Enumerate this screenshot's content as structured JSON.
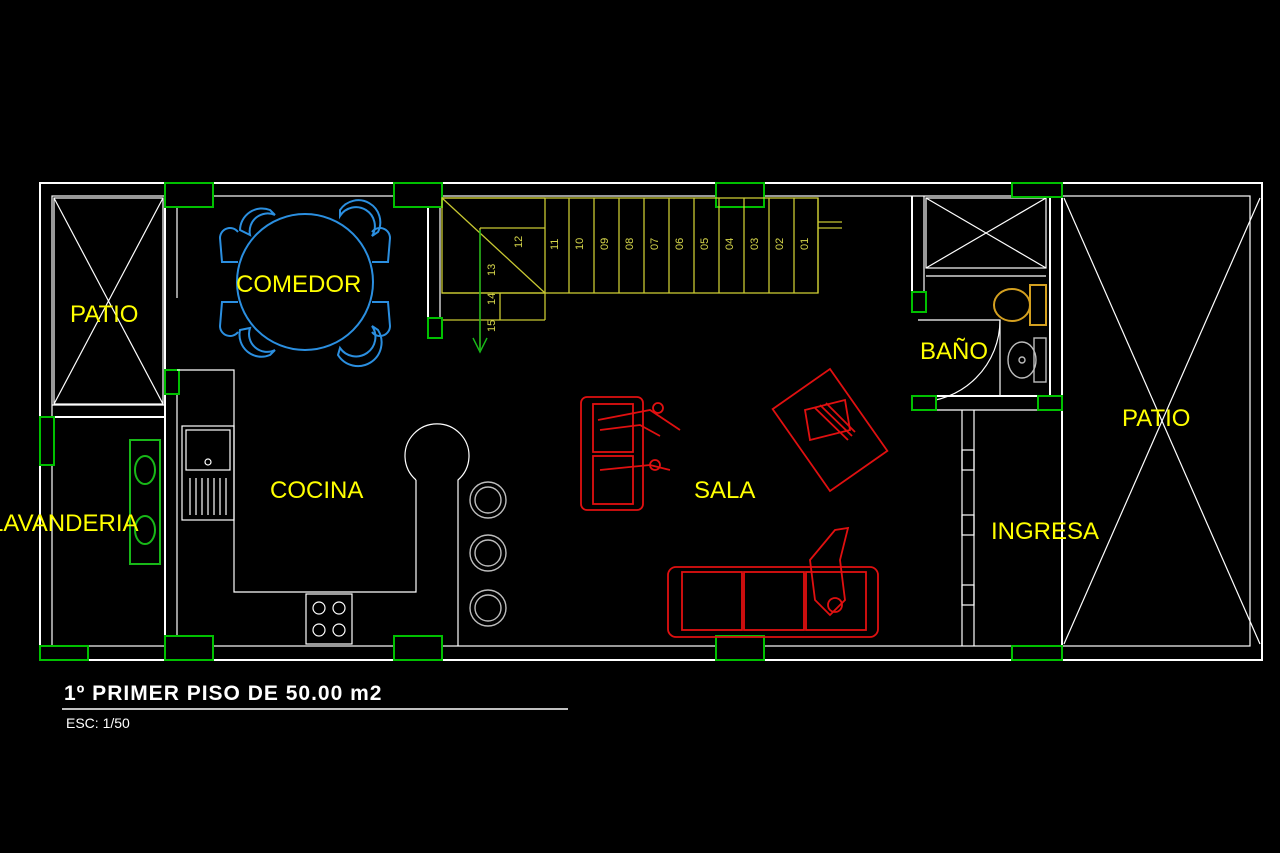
{
  "rooms": {
    "patio_left": "PATIO",
    "comedor": "COMEDOR",
    "lavanderia": "LAVANDERIA",
    "cocina": "COCINA",
    "sala": "SALA",
    "bano": "BAÑO",
    "ingresa": "INGRESA",
    "patio_right": "PATIO"
  },
  "stairs": {
    "steps": [
      "01",
      "02",
      "03",
      "04",
      "05",
      "06",
      "07",
      "08",
      "09",
      "10",
      "11",
      "12",
      "13",
      "14",
      "15"
    ]
  },
  "title": {
    "text": "1º PRIMER PISO DE 50.00 m2",
    "scale": "ESC: 1/50"
  },
  "colors": {
    "background": "#000000",
    "walls": "#ffffff",
    "columns": "#00c000",
    "labels": "#ffff00",
    "stairs": "#c8c832",
    "dining_furniture": "#2b8fe0",
    "living_furniture": "#e01010",
    "laundry_fixture": "#18b818",
    "toilet": "#d4a020"
  }
}
